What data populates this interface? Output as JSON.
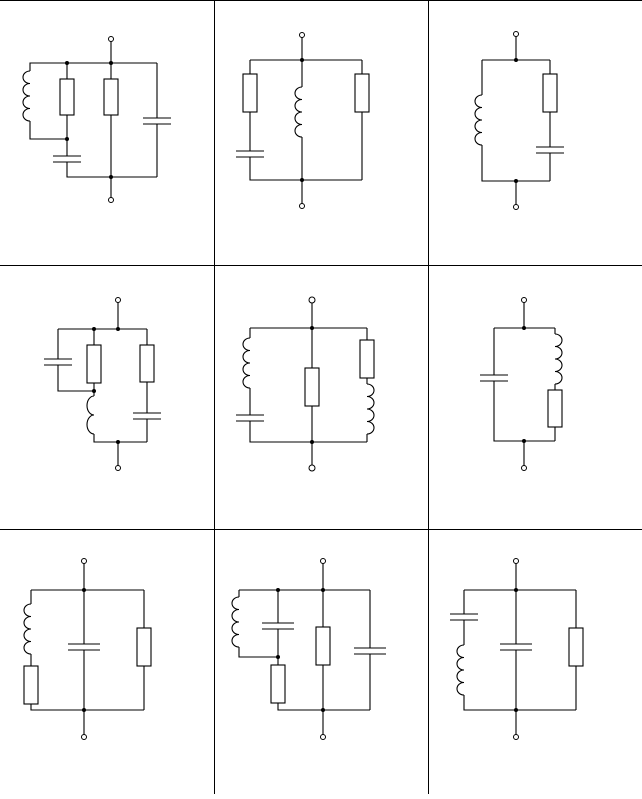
{
  "sheet": {
    "rows": 3,
    "columns": 3,
    "cells": [
      {
        "id": "row1-col1",
        "components": [
          "inductor",
          "resistor",
          "resistor",
          "capacitor",
          "capacitor"
        ]
      },
      {
        "id": "row1-col2",
        "components": [
          "resistor",
          "capacitor",
          "inductor",
          "resistor"
        ]
      },
      {
        "id": "row1-col3",
        "components": [
          "inductor",
          "resistor",
          "capacitor"
        ]
      },
      {
        "id": "row2-col1",
        "components": [
          "capacitor",
          "resistor",
          "inductor",
          "resistor",
          "capacitor"
        ]
      },
      {
        "id": "row2-col2",
        "components": [
          "inductor",
          "capacitor",
          "resistor",
          "resistor",
          "inductor"
        ]
      },
      {
        "id": "row2-col3",
        "components": [
          "capacitor",
          "inductor",
          "resistor"
        ]
      },
      {
        "id": "row3-col1",
        "components": [
          "inductor",
          "resistor",
          "capacitor",
          "resistor"
        ]
      },
      {
        "id": "row3-col2",
        "components": [
          "inductor",
          "capacitor",
          "resistor",
          "resistor",
          "capacitor"
        ]
      },
      {
        "id": "row3-col3",
        "components": [
          "capacitor",
          "inductor",
          "capacitor",
          "resistor"
        ]
      }
    ]
  }
}
